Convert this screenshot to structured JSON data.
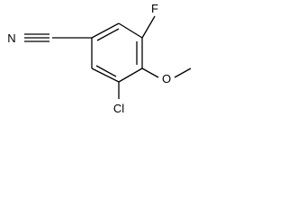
{
  "molecule": {
    "atoms": {
      "fluorine": "F",
      "oxygen": "O",
      "chlorine": "Cl",
      "nitrogen": "N"
    }
  }
}
